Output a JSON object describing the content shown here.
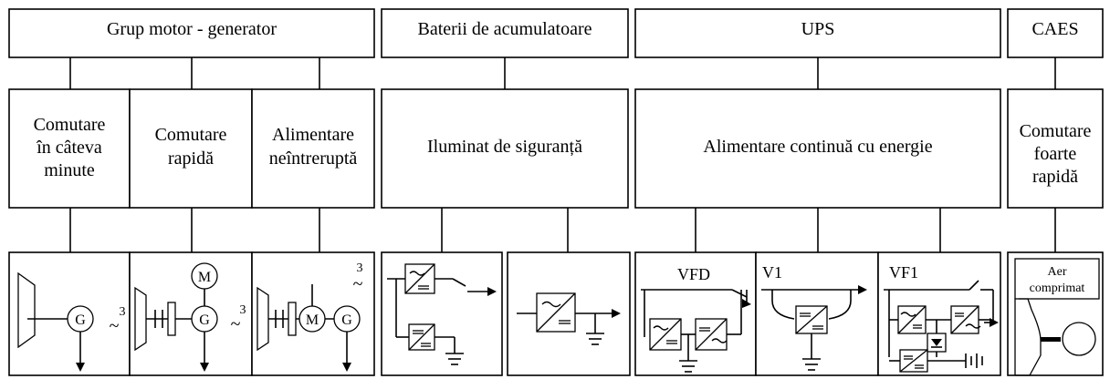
{
  "top_row": [
    {
      "label": "Grup motor - generator"
    },
    {
      "label": "Baterii de acumulatoare"
    },
    {
      "label": "UPS"
    },
    {
      "label": "CAES"
    }
  ],
  "middle_row": [
    {
      "lines": [
        "Comutare",
        "în câteva",
        "minute"
      ]
    },
    {
      "lines": [
        "Comutare",
        "rapidă"
      ]
    },
    {
      "lines": [
        "Alimentare",
        "neîntreruptă"
      ]
    },
    {
      "lines": [
        "Iluminat de siguranță"
      ]
    },
    {
      "lines": [
        "Alimentare continuă cu energie"
      ]
    },
    {
      "lines": [
        "Comutare",
        "foarte",
        "rapidă"
      ]
    }
  ],
  "symbols": {
    "generator": "G",
    "motor": "M",
    "three_phase": "3",
    "tilde": "~",
    "vfd": "VFD",
    "v1": "V1",
    "vf1": "VF1",
    "air_line1": "Aer",
    "air_line2": "comprimat"
  }
}
